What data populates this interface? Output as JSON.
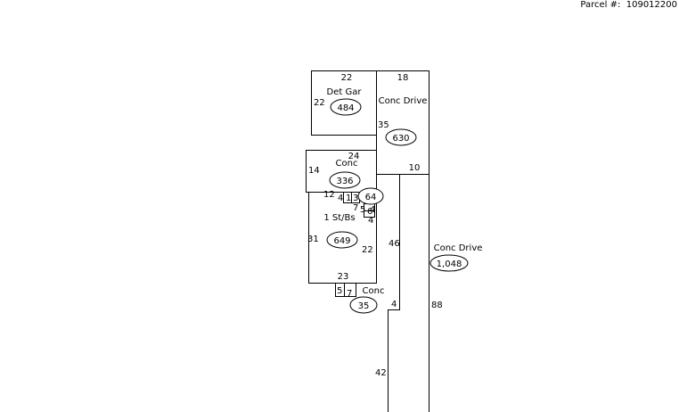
{
  "header": {
    "parcel_label": "Parcel #:",
    "parcel_number": "109012200"
  },
  "areas": {
    "det_gar": {
      "label": "Det Gar",
      "area": "484"
    },
    "conc_drive_upper": {
      "label": "Conc Drive",
      "area": "630"
    },
    "conc_patio": {
      "label": "Conc",
      "area": "336"
    },
    "small_area": {
      "area": "64"
    },
    "house": {
      "label": "1 St/Bs",
      "area": "649"
    },
    "conc_stoop": {
      "label": "Conc",
      "area": "35"
    },
    "conc_drive_long": {
      "label": "Conc Drive",
      "area": "1,048"
    }
  },
  "dimensions": {
    "gar_top": "22",
    "gar_left": "22",
    "drive_top": "18",
    "drive_right": "35",
    "drive_bottom": "10",
    "patio_top": "24",
    "patio_left": "14",
    "house_12": "12",
    "house_4a": "4",
    "house_1": "1",
    "house_3": "3",
    "house_7": "7",
    "house_5": "5",
    "house_6": "6",
    "house_4b": "4",
    "house_4c": "4",
    "house_left": "31",
    "house_right": "22",
    "house_bottom": "23",
    "stoop_5": "5",
    "stoop_7": "7",
    "long_46": "46",
    "long_4": "4",
    "long_88": "88",
    "long_42": "42"
  }
}
